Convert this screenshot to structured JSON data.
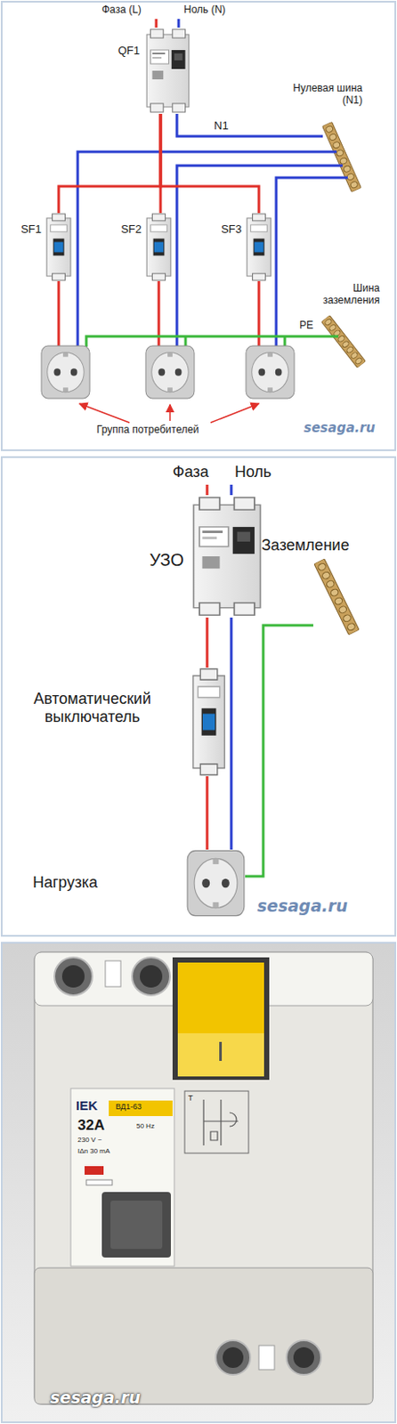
{
  "diagram": {
    "nodes": [
      {
        "text": [
          "QF1"
        ]
      },
      {
        "text": [
          "Нулевая шина (N1)"
        ]
      },
      {
        "text": [
          "SF1"
        ]
      },
      {
        "text": [
          "SF2"
        ]
      },
      {
        "text": [
          "SF3"
        ]
      },
      {
        "text": [
          "Шина заземления"
        ]
      },
      {
        "text": [
          "УЗО"
        ]
      },
      {
        "text": [
          "Заземление"
        ]
      },
      {
        "text": [
          "Автоматический выключатель"
        ]
      },
      {
        "text": [
          "Нагрузка"
        ]
      }
    ],
    "edges": [
      {
        "from": 0,
        "to": 2,
        "arrow": "none"
      },
      {
        "from": 0,
        "to": 3,
        "arrow": "none"
      },
      {
        "from": 0,
        "to": 4,
        "arrow": "none"
      },
      {
        "from": 0,
        "to": 1,
        "label": "N1",
        "arrow": "none"
      },
      {
        "from": 6,
        "to": 8,
        "arrow": "none"
      },
      {
        "from": 8,
        "to": 9,
        "arrow": "none"
      },
      {
        "from": 6,
        "to": 9,
        "arrow": "none"
      },
      {
        "from": 9,
        "to": 7,
        "arrow": "none"
      }
    ],
    "labels": [
      "Фаза (L)",
      "Ноль (N)",
      "PE",
      "Группа потребителей",
      "sesaga.ru",
      "Фаза",
      "Ноль",
      "sesaga.ru",
      "IEK",
      "ВД1-63",
      "32A",
      "230 V ~",
      "50 Hz",
      "IΔn 30 mA",
      "T",
      "sesaga.ru"
    ]
  }
}
